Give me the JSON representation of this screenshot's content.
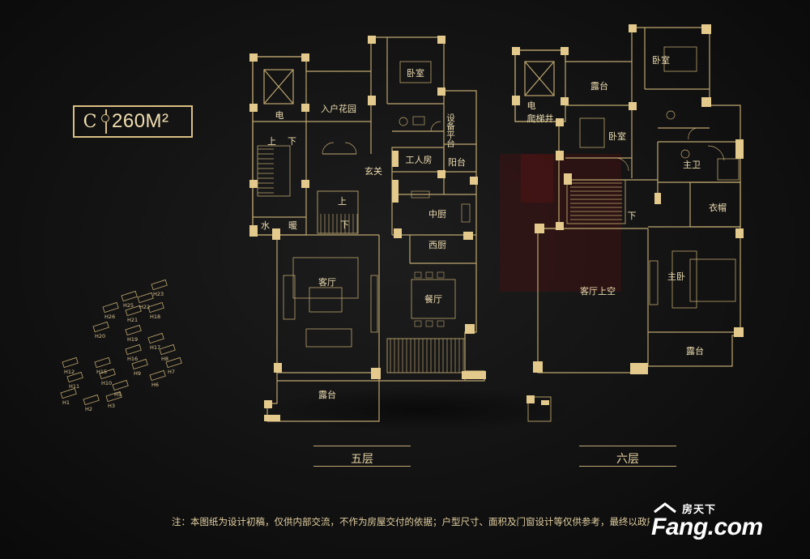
{
  "unit_type": {
    "code": "C",
    "area": "260M²"
  },
  "floors": {
    "fifth": "五层",
    "sixth": "六层"
  },
  "rooms_fifth": {
    "elevator": "电",
    "up1": "上",
    "down1": "下",
    "entry_garden": "入户花园",
    "bedroom": "卧室",
    "equipment_platform": "设备平台",
    "foyer": "玄关",
    "worker_room": "工人房",
    "balcony": "阳台",
    "up2": "上",
    "down2": "下",
    "water": "水",
    "heating": "暖",
    "chinese_kitchen": "中厨",
    "western_kitchen": "西厨",
    "living_room": "客厅",
    "dining_room": "餐厅",
    "terrace": "露台"
  },
  "rooms_sixth": {
    "elevator": "电",
    "elevator_shaft": "爬梯井",
    "terrace_top": "露台",
    "bedroom_top": "卧室",
    "bedroom_mid": "卧室",
    "master_bath": "主卫",
    "closet": "衣帽",
    "down": "下",
    "living_void": "客厅上空",
    "master_bedroom": "主卧",
    "terrace_bottom": "露台"
  },
  "site_map": {
    "buildings": [
      "H23",
      "H22",
      "H25",
      "H26",
      "H21",
      "H18",
      "H20",
      "H19",
      "H17",
      "H16",
      "H12",
      "H15",
      "H8",
      "H7",
      "H11",
      "H10",
      "H9",
      "H6",
      "H5",
      "H1",
      "H2",
      "H3"
    ]
  },
  "disclaimer": "注：本图纸为设计初稿，仅供内部交流，不作为房屋交付的依据；户型尺寸、面积及门窗设计等仅供参考，最终以政府备案文件为准。",
  "brand": {
    "name": "房天下",
    "site": "Fang.com"
  },
  "colors": {
    "background": "#121212",
    "wall": "#e3c98c",
    "line": "#bda66f",
    "text": "#eddcb0",
    "watermark_red": "#6a1414"
  }
}
